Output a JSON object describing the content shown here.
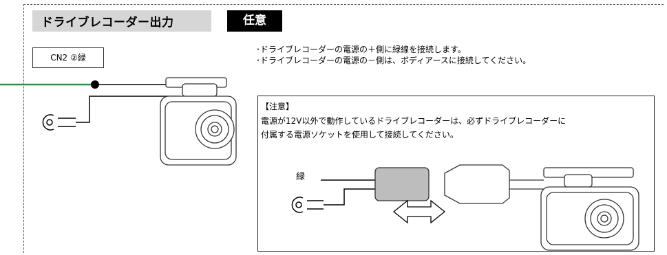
{
  "section": {
    "title": "ドライブレコーダー出力",
    "badge": "任意"
  },
  "connector": {
    "label": "CN2 ②緑"
  },
  "notes": [
    "･ドライブレコーダーの電源の＋側に緑線を接続します。",
    "･ドライブレコーダーの電源の－側は、ボディアースに接続してください。"
  ],
  "caution": {
    "title": "【注意】",
    "lines": [
      "電源が12V以外で動作しているドライブレコーダーは、必ずドライブレコーダーに",
      "付属する電源ソケットを使用して接続してください。"
    ]
  },
  "diagram": {
    "wire_label": "緑",
    "wire_color": "#1a9a3c",
    "socket_color": "#bdbdbd"
  }
}
